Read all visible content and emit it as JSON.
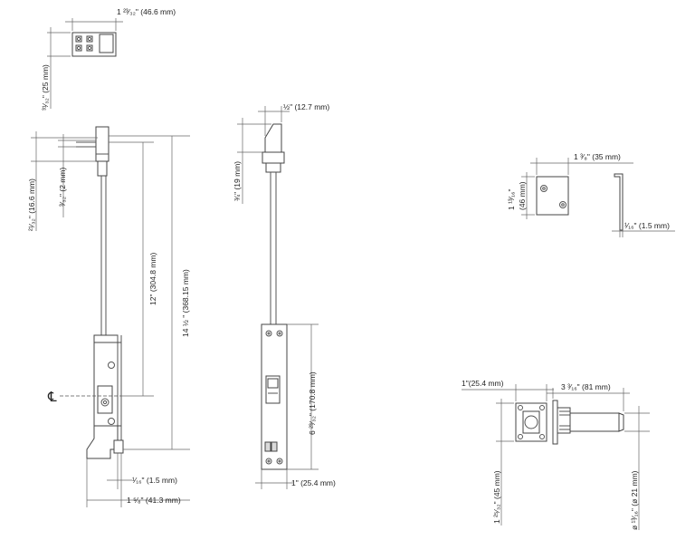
{
  "views": {
    "flush_bolt_front": {
      "labels": {
        "bolt_head_width": "1 ²³⁄₃₂\" (46.6 mm)",
        "bolt_head_height": "³¹⁄₃₂\" (25 mm)",
        "top_offset": "²¹⁄₃₂\" (16.6 mm)",
        "small_gap": "³⁄₃₂\" (2 mm)",
        "rod_length": "12\" (304.8 mm)",
        "overall_length": "14 ½ \" (368.15 mm)",
        "faceplate_thickness": "¹⁄₁₆\" (1.5 mm)",
        "overall_depth": "1 ⁵⁄₈\" (41.3 mm)",
        "centerline_symbol": "℄"
      }
    },
    "flush_bolt_side": {
      "labels": {
        "tip_width": "½\" (12.7 mm)",
        "tip_height": "¾\" (19 mm)",
        "faceplate_length": "6 ²³⁄₃₂\" (170.8 mm)",
        "faceplate_width": "1\" (25.4 mm)"
      }
    },
    "strike_plate": {
      "labels": {
        "width": "1 ³⁄₈\" (35 mm)",
        "height_imperial": "1 ¹³⁄₁₆\"",
        "height_metric": "(46 mm)",
        "thickness": "¹⁄₁₆\" (1.5 mm)"
      }
    },
    "dust_proof_strike": {
      "labels": {
        "plate_width": "1\"(25.4 mm)",
        "socket_length": "3 ³⁄₁₆\" (81 mm)",
        "plate_height": "1 ²⁵⁄₃₂\" (45 mm)",
        "socket_diameter": "ø ¹³⁄₁₆\" (ø 21 mm)"
      }
    }
  }
}
